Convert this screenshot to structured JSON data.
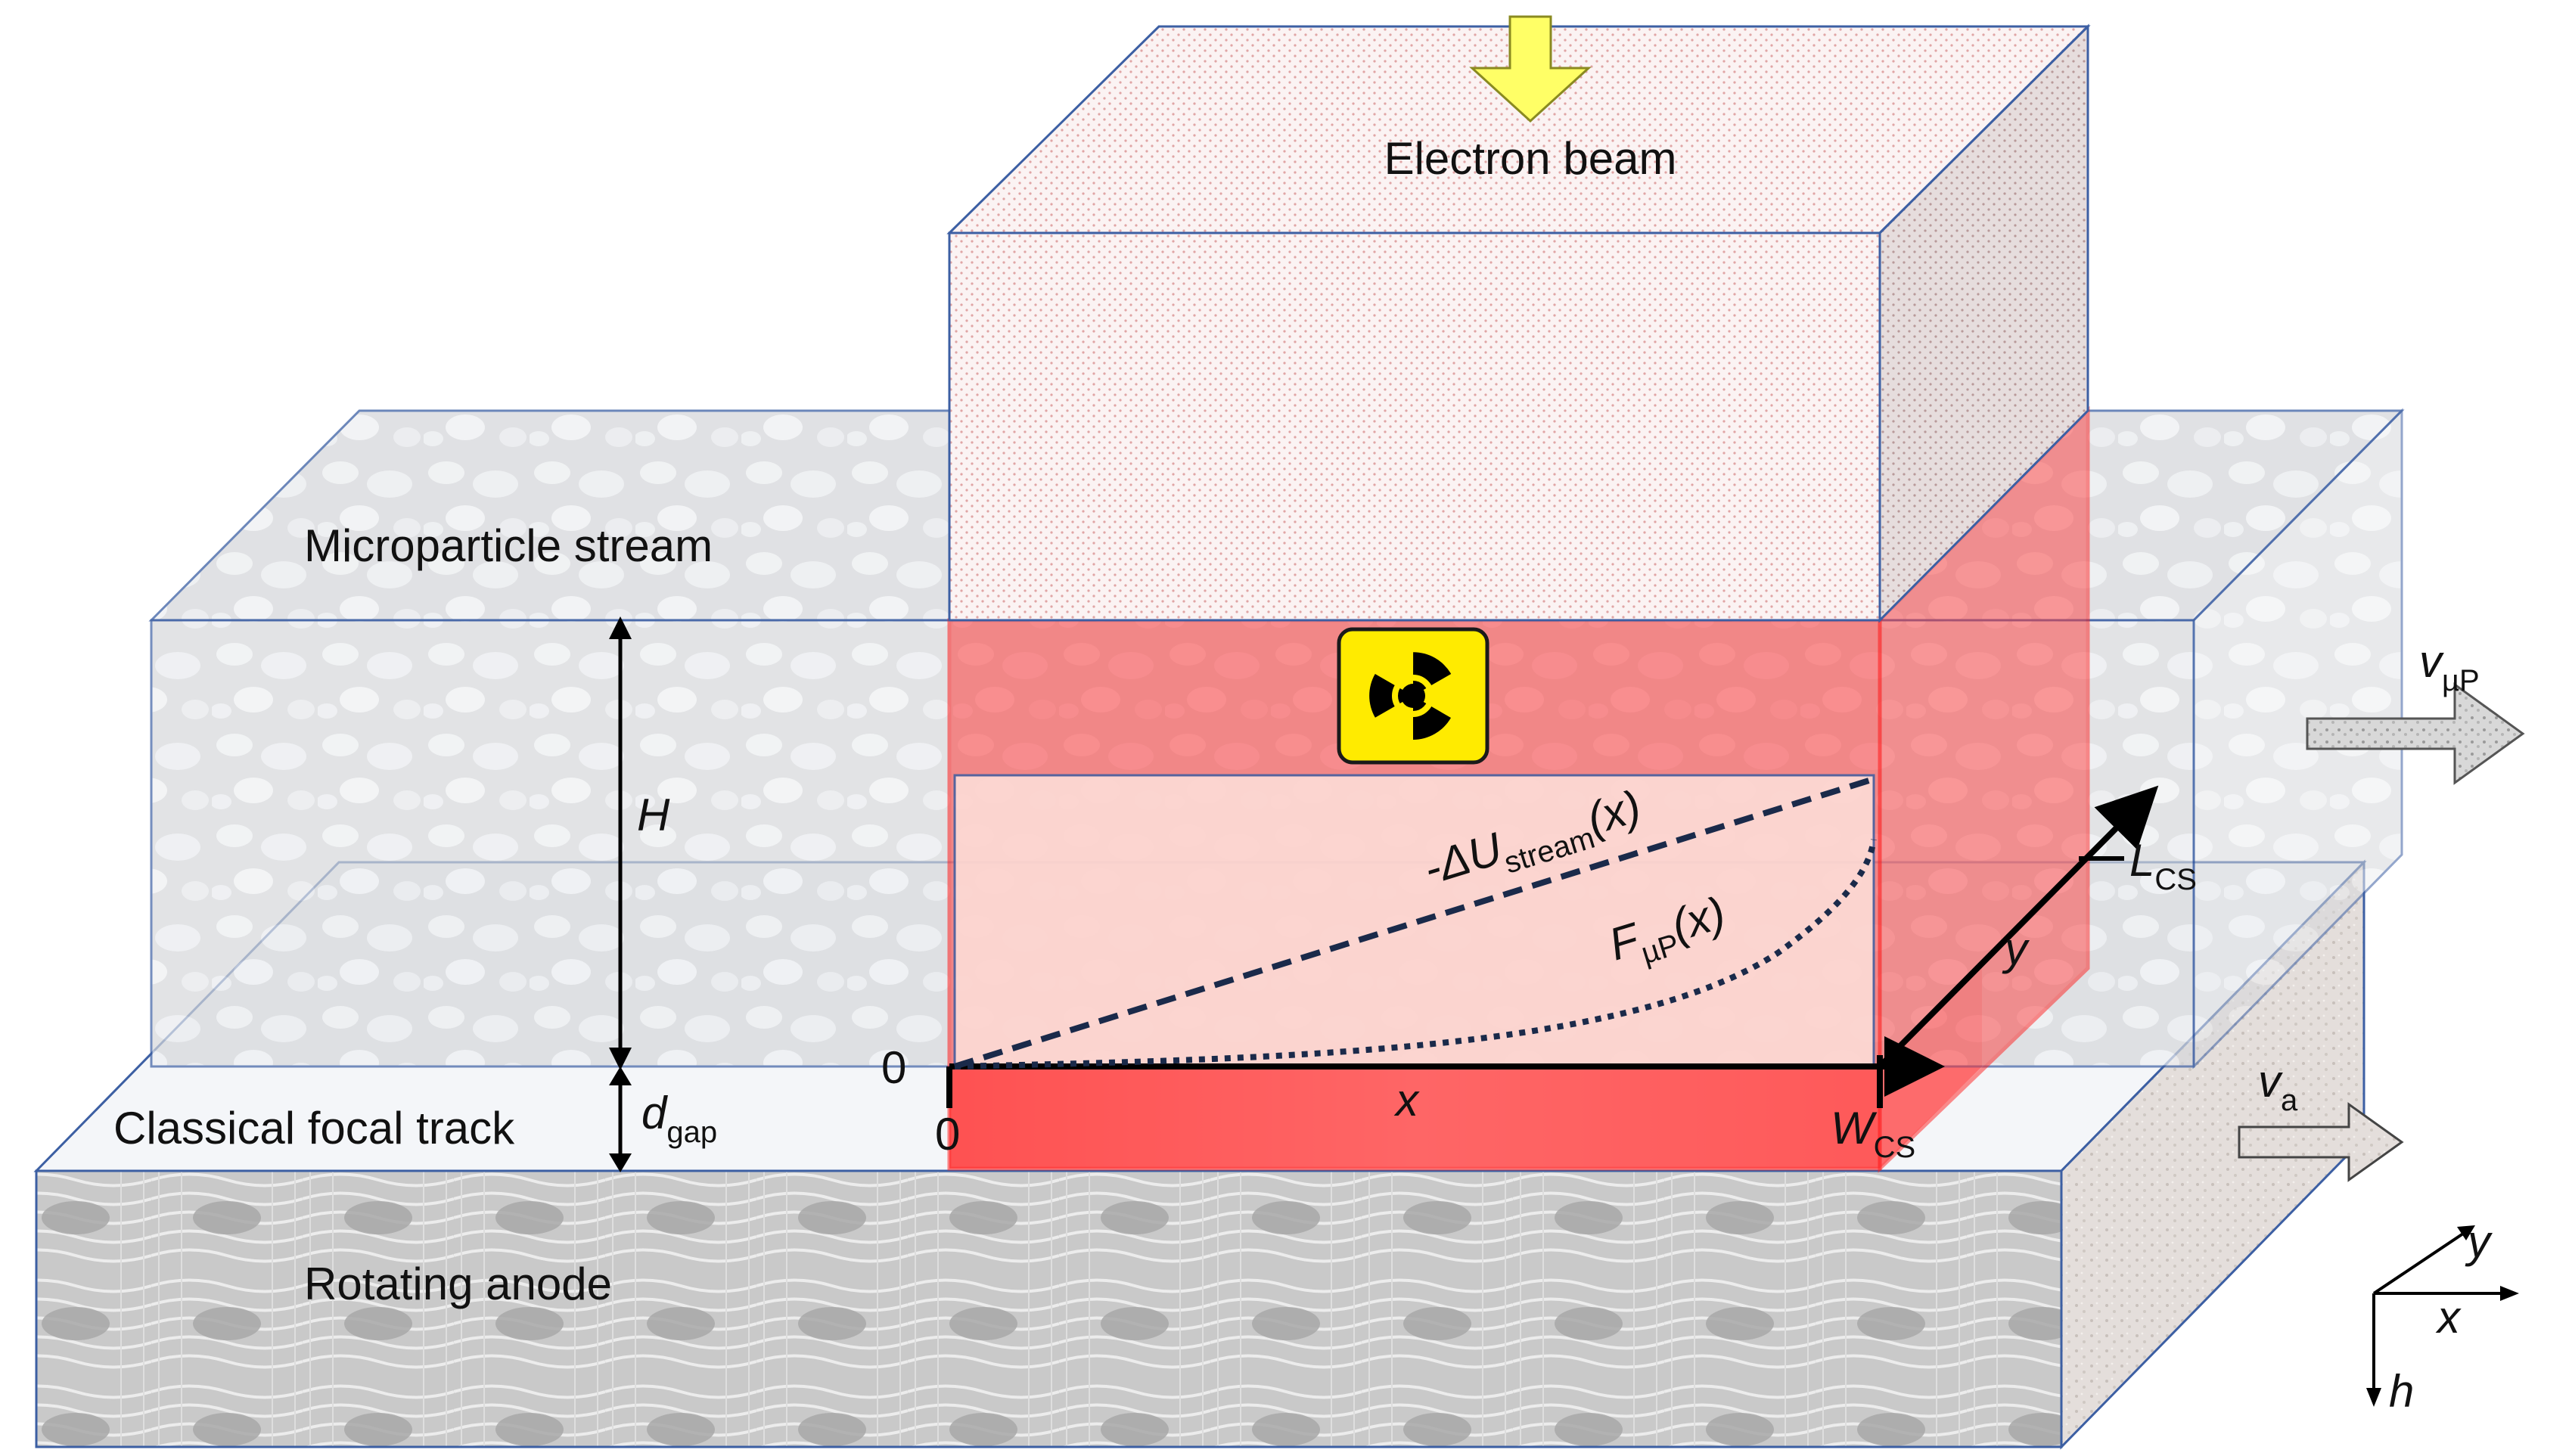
{
  "labels": {
    "electron_beam": "Electron beam",
    "microparticle_stream": "Microparticle stream",
    "classical_focal_track": "Classical focal track",
    "rotating_anode": "Rotating anode",
    "height": "H",
    "gap_symbol": "d",
    "gap_subscript": "gap",
    "x_axis": "x",
    "y_axis": "y",
    "origin_left": "0",
    "origin_bottom": "0",
    "width_symbol": "W",
    "width_subscript": "CS",
    "length_symbol": "L",
    "length_subscript": "CS",
    "stream_velocity_symbol": "v",
    "stream_velocity_subscript": "µP",
    "anode_velocity_symbol": "v",
    "anode_velocity_subscript": "a",
    "potential_prefix": "-ΔU",
    "potential_subscript": "stream",
    "potential_suffix": "(x)",
    "force_symbol": "F",
    "force_subscript": "µP",
    "force_suffix": "(x)",
    "axis_x": "x",
    "axis_y": "y",
    "axis_h": "h"
  },
  "icons": {
    "radiation": "radiation-hazard-icon",
    "beam_arrow": "down-arrow-icon",
    "stream_arrow": "right-arrow-icon",
    "anode_arrow": "right-arrow-icon"
  },
  "colors": {
    "box_outline": "#3c5fa3",
    "red_zone": "#ff3c3c",
    "red_edge": "#ff1e1e",
    "beam_arrow": "#ffff66",
    "radiation_bg": "#ffeb00",
    "curve": "#1a2a4a"
  }
}
